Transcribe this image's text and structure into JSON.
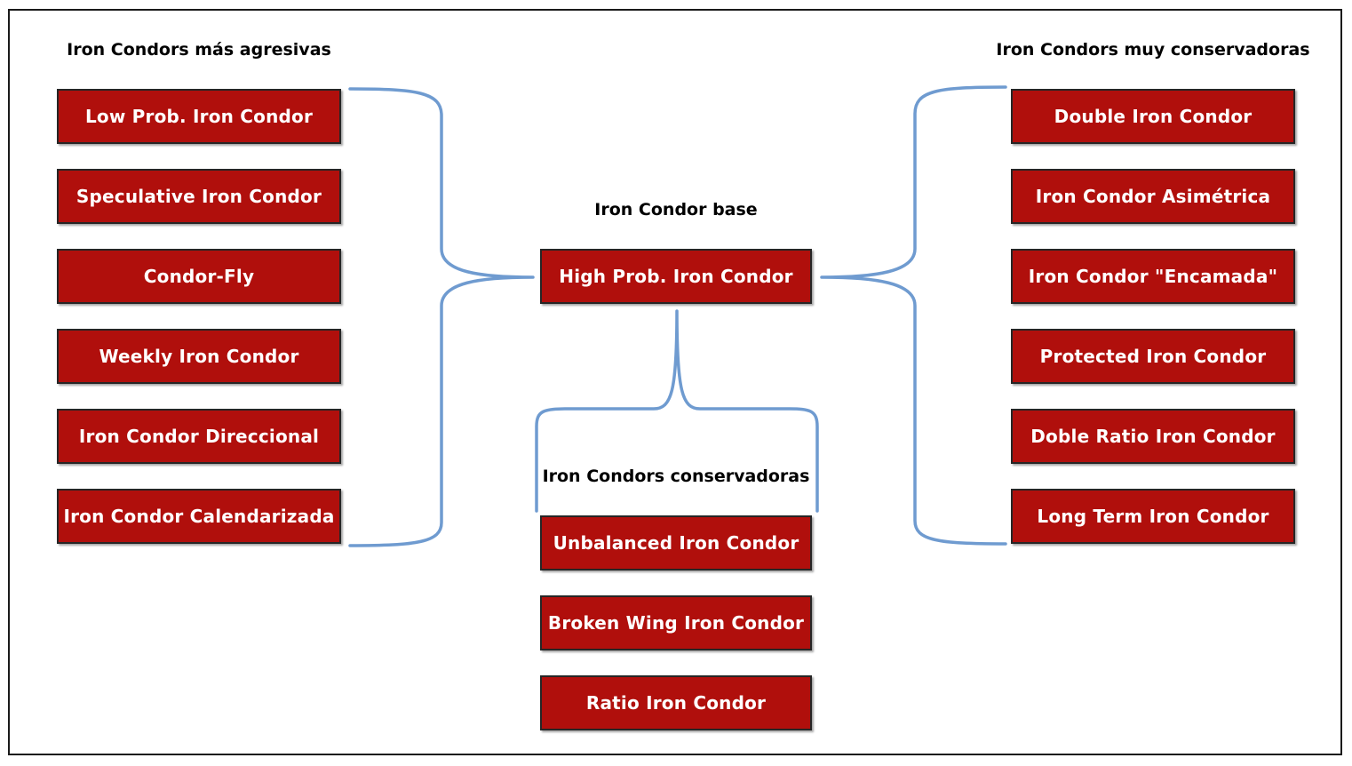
{
  "left_group": {
    "heading": "Iron Condors más agresivas",
    "items": [
      "Low Prob. Iron Condor",
      "Speculative Iron Condor",
      "Condor-Fly",
      "Weekly Iron Condor",
      "Iron Condor Direccional",
      "Iron Condor Calendarizada"
    ]
  },
  "center_group": {
    "heading": "Iron Condor base",
    "base_item": "High Prob. Iron Condor"
  },
  "bottom_group": {
    "heading": "Iron Condors conservadoras",
    "items": [
      "Unbalanced Iron Condor",
      "Broken Wing Iron Condor",
      "Ratio Iron Condor"
    ]
  },
  "right_group": {
    "heading": "Iron Condors muy conservadoras",
    "items": [
      "Double Iron Condor",
      "Iron Condor Asimétrica",
      "Iron Condor \"Encamada\"",
      "Protected Iron Condor",
      "Doble Ratio Iron Condor",
      "Long Term Iron Condor"
    ]
  },
  "colors": {
    "box_fill": "#b00f0c",
    "box_border": "#262626",
    "box_text": "#ffffff",
    "brace": "#6f9bd0",
    "frame": "#1a1a1a"
  }
}
